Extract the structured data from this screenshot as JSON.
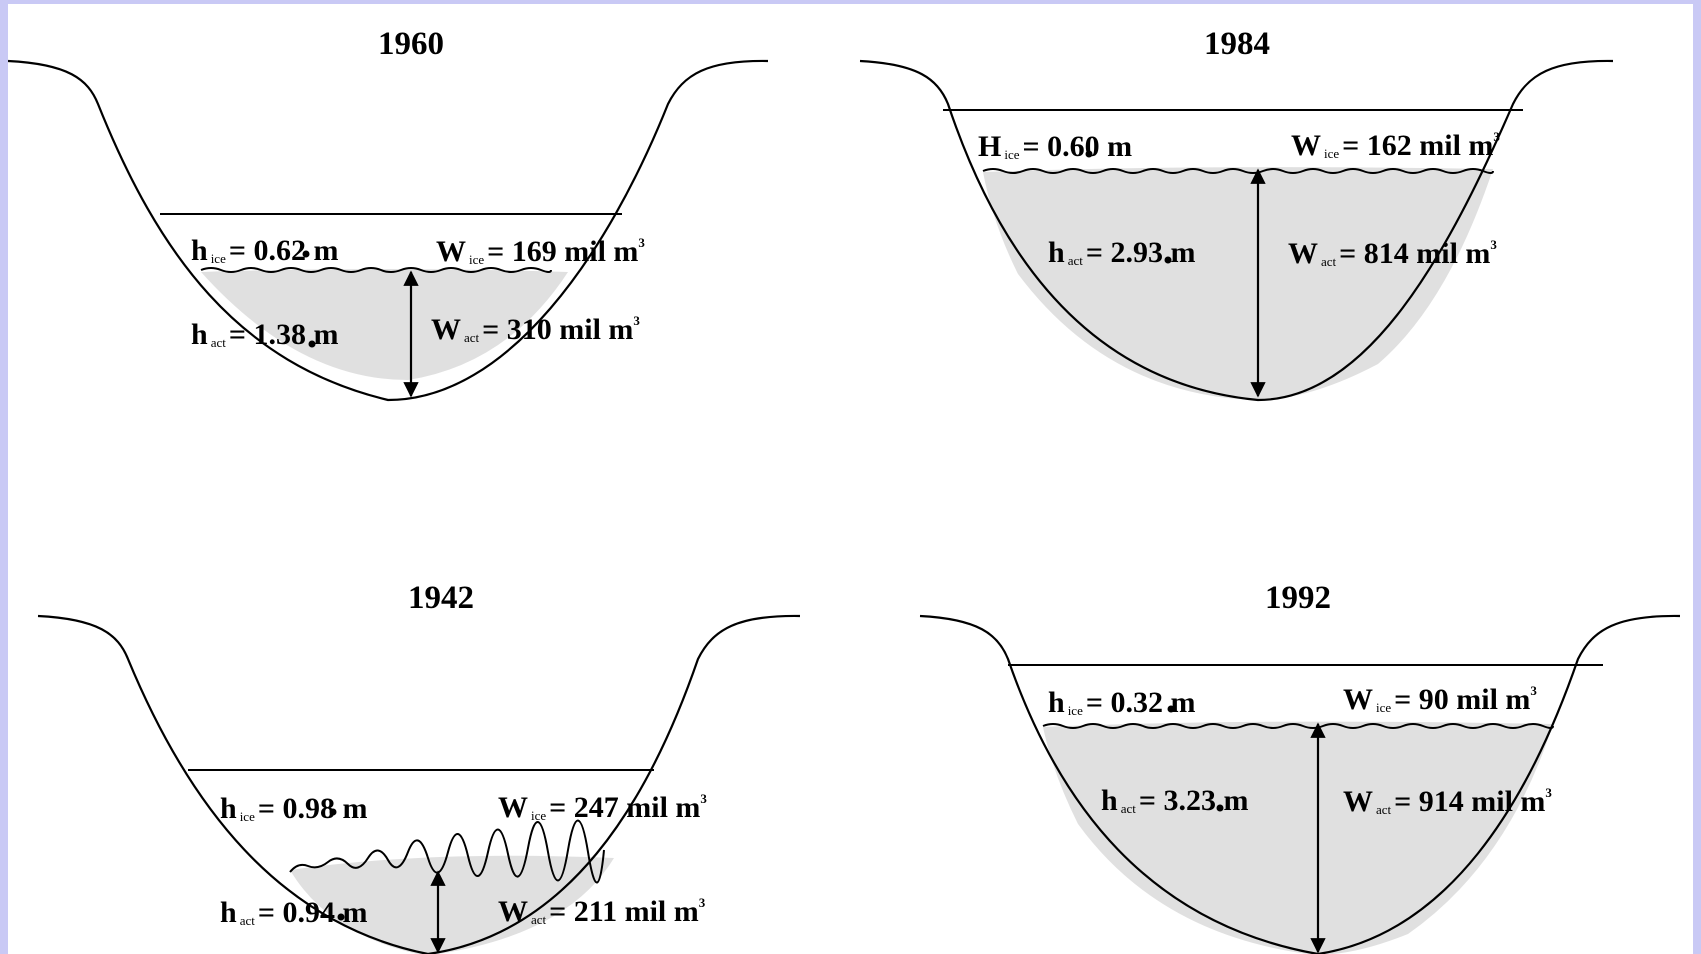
{
  "panels": [
    {
      "year": "1960",
      "ice_h": {
        "sym": "h",
        "sub": "ice",
        "value": "= 0.62 m"
      },
      "ice_w": {
        "sym": "W",
        "sub": "ice",
        "value": "= 169 mil m",
        "sup": "3"
      },
      "act_h": {
        "sym": "h",
        "sub": "act",
        "value": "= 1.38 m"
      },
      "act_w": {
        "sym": "W",
        "sub": "act",
        "value": "= 310 mil m",
        "sup": "3"
      }
    },
    {
      "year": "1984",
      "ice_h": {
        "sym": "H",
        "sub": "ice",
        "value": "= 0.60 m"
      },
      "ice_w": {
        "sym": "W",
        "sub": "ice",
        "value": "= 162 mil m",
        "sup": "3"
      },
      "act_h": {
        "sym": "h",
        "sub": "act",
        "value": "= 2.93 m"
      },
      "act_w": {
        "sym": "W",
        "sub": "act",
        "value": "= 814 mil m",
        "sup": "3"
      }
    },
    {
      "year": "1942",
      "ice_h": {
        "sym": "h",
        "sub": "ice",
        "value": "= 0.98 m"
      },
      "ice_w": {
        "sym": "W",
        "sub": "ice",
        "value": "= 247 mil m",
        "sup": "3"
      },
      "act_h": {
        "sym": "h",
        "sub": "act",
        "value": "= 0.94 m"
      },
      "act_w": {
        "sym": "W",
        "sub": "act",
        "value": "= 211 mil m",
        "sup": "3"
      }
    },
    {
      "year": "1992",
      "ice_h": {
        "sym": "h",
        "sub": "ice",
        "value": "= 0.32 m"
      },
      "ice_w": {
        "sym": "W",
        "sub": "ice",
        "value": "= 90 mil m",
        "sup": "3"
      },
      "act_h": {
        "sym": "h",
        "sub": "act",
        "value": "= 3.23 m"
      },
      "act_w": {
        "sym": "W",
        "sub": "act",
        "value": "= 914 mil m",
        "sup": "3"
      }
    }
  ],
  "colors": {
    "frame": "#c9c9f5",
    "water": "#e0e0e0",
    "line": "#000000"
  }
}
